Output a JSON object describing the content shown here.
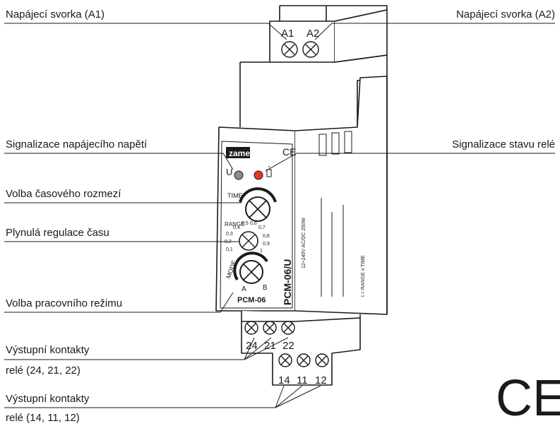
{
  "labels": {
    "a1": "Napájecí svorka (A1)",
    "a2": "Napájecí svorka (A2)",
    "power_led": "Signalizace napájecího napětí",
    "relay_led": "Signalizace stavu relé",
    "time_range": "Volba časového rozmezí",
    "time_adjust": "Plynulá regulace času",
    "mode": "Volba pracovního režimu",
    "out24_line1": "Výstupní  kontakty",
    "out24_line2": "relé (24, 21, 22)",
    "out14_line1": "Výstupní  kontakty",
    "out14_line2": "relé (14, 11, 12)"
  },
  "device": {
    "brand": "zamel",
    "model_side": "PCM-06/U",
    "model_front": "PCM-06",
    "terminals_top": [
      "A1",
      "A2"
    ],
    "terminals_mid": [
      "24",
      "21",
      "22"
    ],
    "terminals_bottom": [
      "14",
      "11",
      "12"
    ],
    "led_power_label": "U",
    "time_label": "TIME",
    "range_label": "RANGE",
    "mode_label": "MODE",
    "mode_a": "A",
    "mode_b": "B",
    "range_ticks": [
      "0,1",
      "0,2",
      "0,3",
      "0,4",
      "0,5",
      "0,6",
      "0,7",
      "0,8",
      "0,9",
      "1"
    ],
    "side_text_1": "12÷240V AC/DC  250W",
    "side_text_2": "t = RANGE x TIME",
    "ce_mark": "CE",
    "colors": {
      "power_led": "#8c8c8c",
      "relay_led": "#e8391d",
      "outline": "#1a1a1a"
    }
  }
}
